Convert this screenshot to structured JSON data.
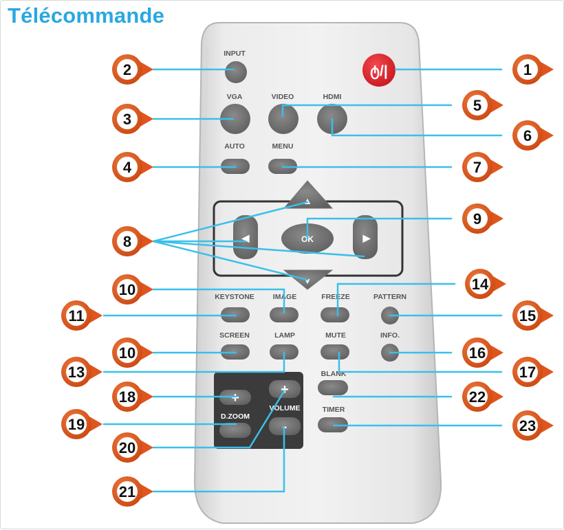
{
  "title": "Télécommande",
  "labels": {
    "input": "INPUT",
    "vga": "VGA",
    "video": "VIDEO",
    "hdmi": "HDMI",
    "auto": "AUTO",
    "menu": "MENU",
    "ok": "OK",
    "keystone": "KEYSTONE",
    "image": "IMAGE",
    "freeze": "FREEZE",
    "pattern": "PATTERN",
    "screen": "SCREEN",
    "lamp": "LAMP",
    "mute": "MUTE",
    "info": "INFO.",
    "blank": "BLANK",
    "timer": "TIMER",
    "dzoom": "D.ZOOM",
    "volume": "VOLUME",
    "power": "ტ/|",
    "plus": "+",
    "minus": "-"
  },
  "callouts": {
    "c1": "1",
    "c2": "2",
    "c3": "3",
    "c4": "4",
    "c5": "5",
    "c6": "6",
    "c7": "7",
    "c8": "8",
    "c9": "9",
    "c10a": "10",
    "c10b": "10",
    "c11": "11",
    "c13": "13",
    "c14": "14",
    "c15": "15",
    "c16": "16",
    "c17": "17",
    "c18": "18",
    "c19": "19",
    "c20": "20",
    "c21": "21",
    "c22": "22",
    "c23": "23"
  },
  "colors": {
    "title": "#29a8e0",
    "callout": "#e0551d",
    "leader": "#3bbfe9",
    "power": "#e8202a",
    "body": "#e4e4e4"
  }
}
